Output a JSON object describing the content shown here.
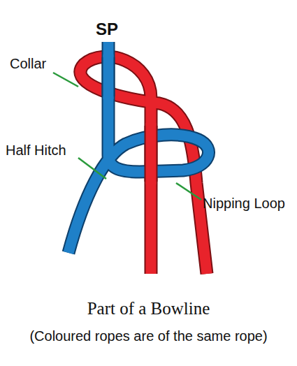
{
  "diagram": {
    "title": "Part of a Bowline",
    "caption": "(Coloured ropes are of the same rope)",
    "labels": [
      "SP",
      "Collar",
      "Half Hitch",
      "Nipping Loop"
    ]
  }
}
